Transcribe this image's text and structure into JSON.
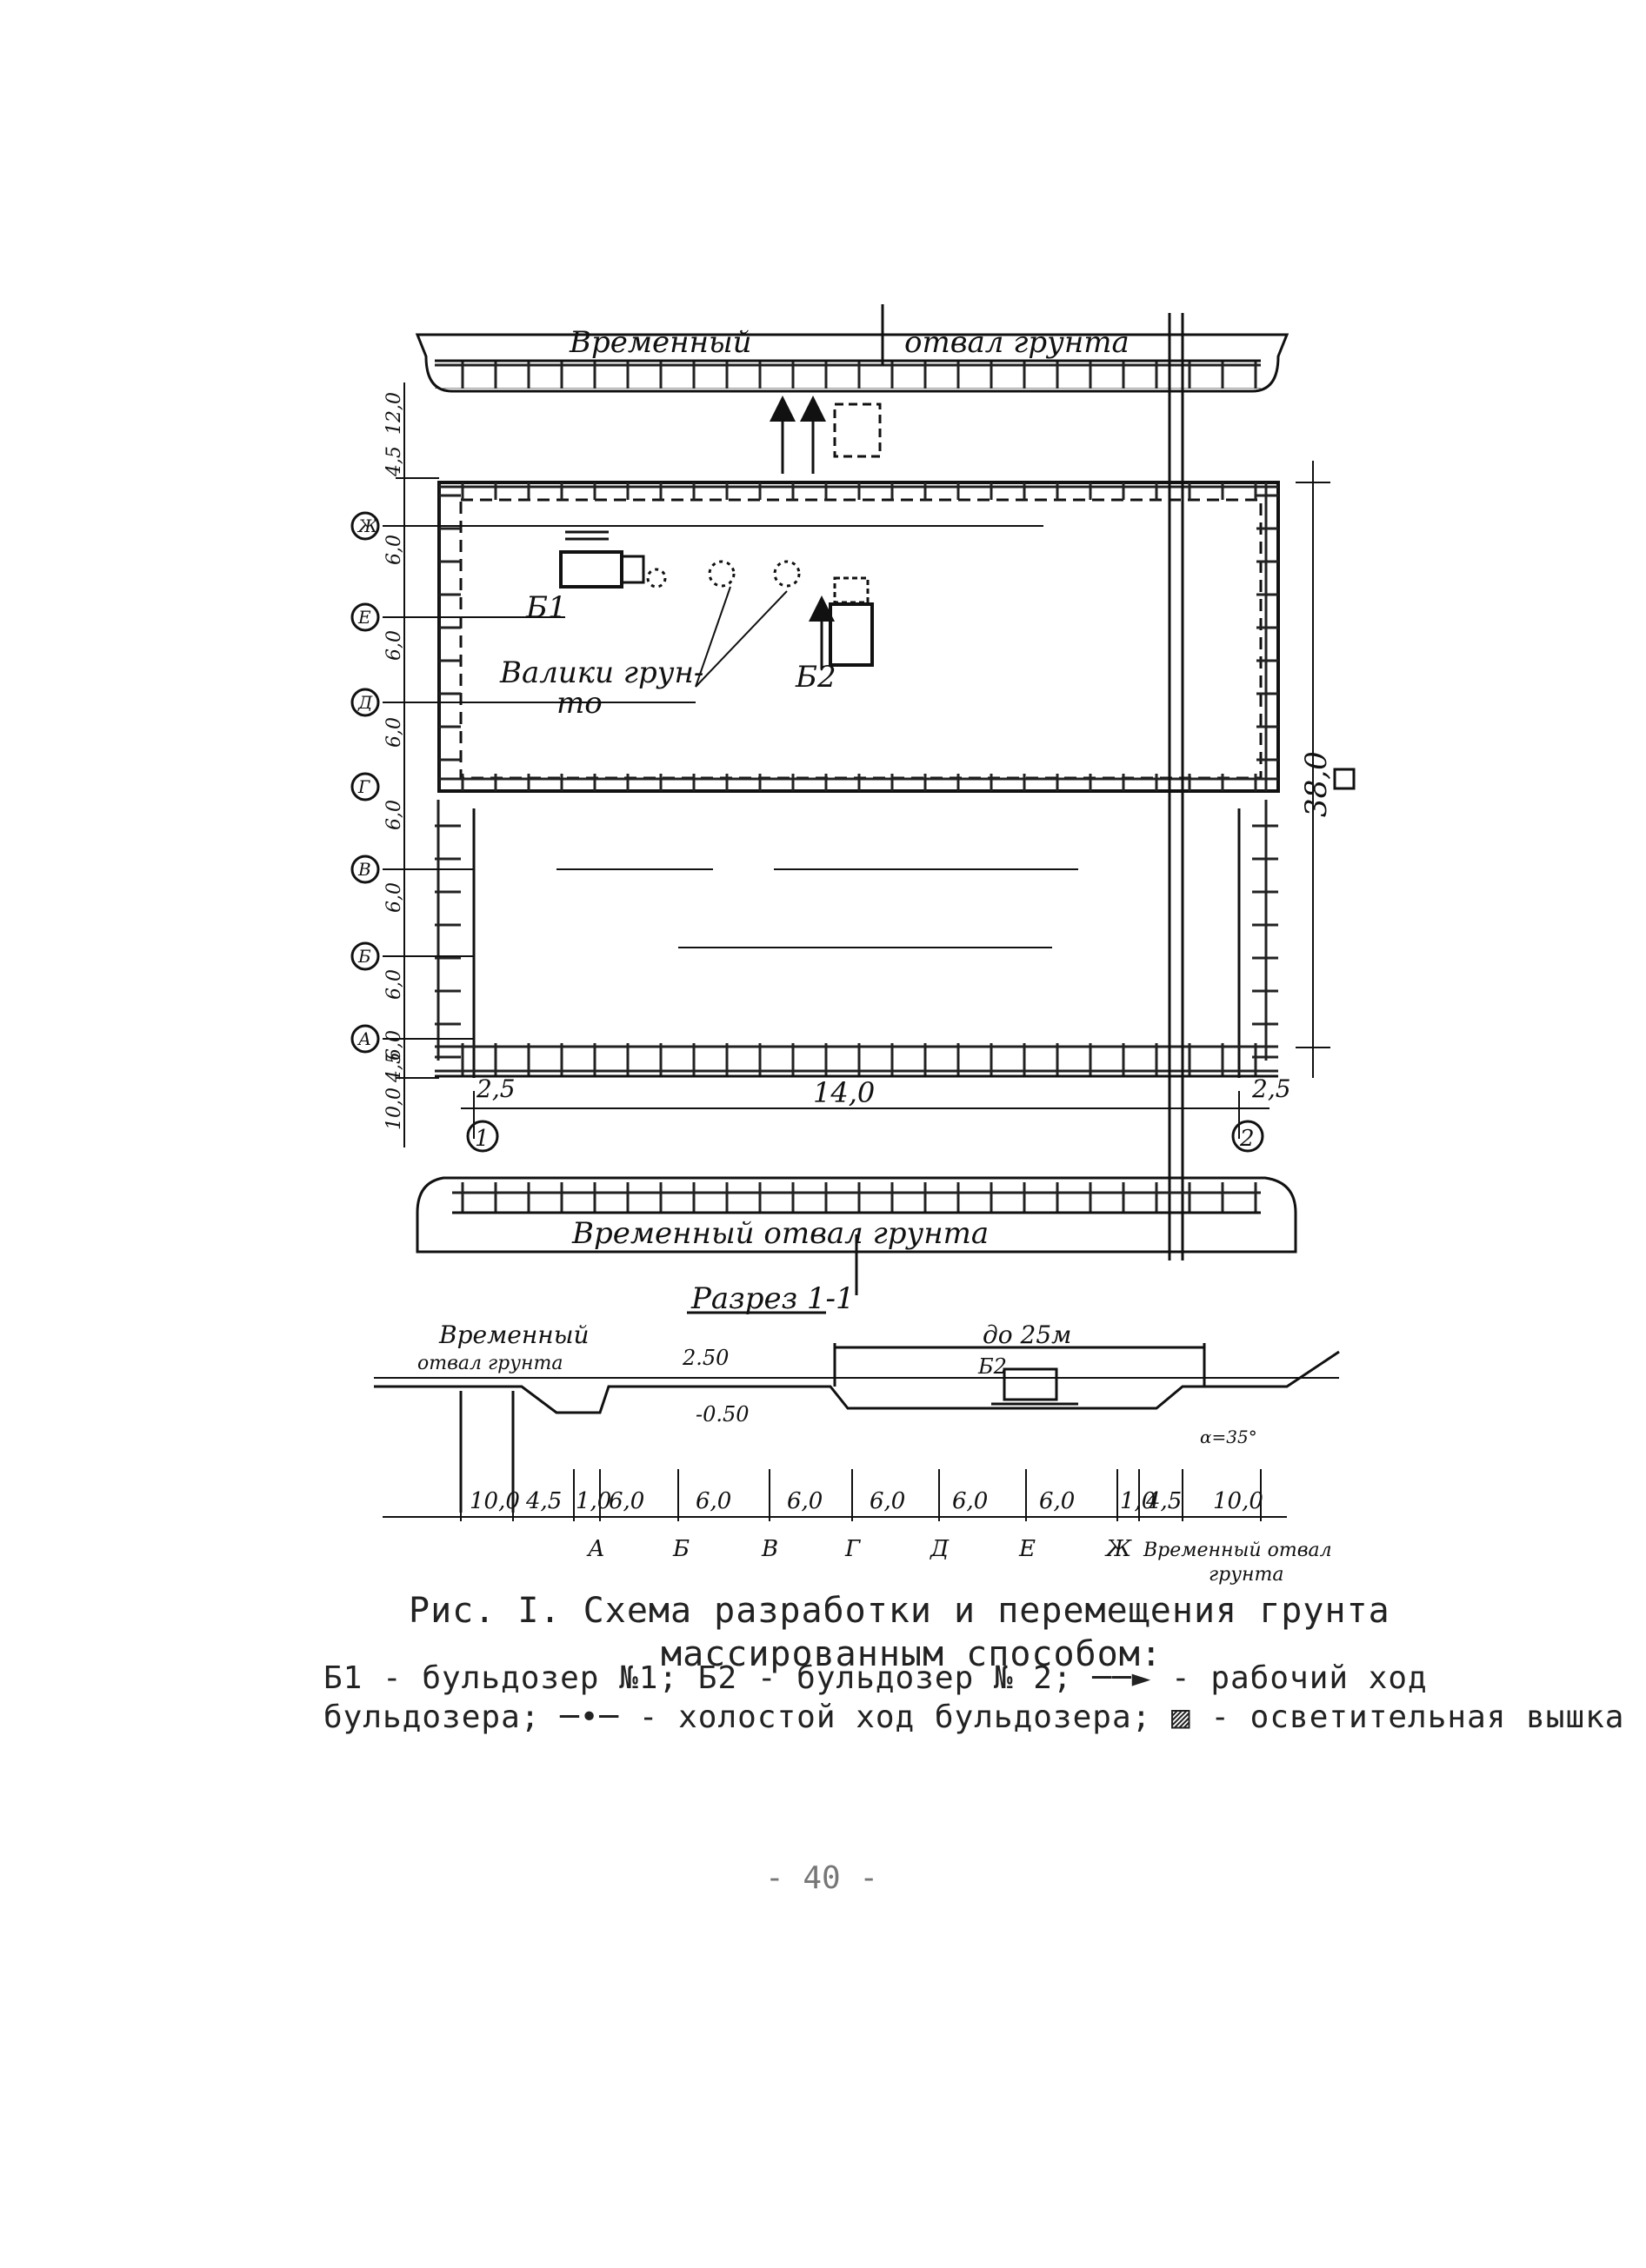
{
  "plan": {
    "top_spoil_label_left": "Временный",
    "top_spoil_label_right": "отвал грунта",
    "bottom_spoil_label": "Временный отвал грунта",
    "bulldozer1": "Б1",
    "bulldozer2": "Б2",
    "windrows_label_1": "Валики грун-",
    "windrows_label_2": "то",
    "dim_right": "38,0",
    "dim_left_bottom": "2,5",
    "dim_width": "14,0",
    "dim_right_bottom": "2,5",
    "axis_left": "1",
    "axis_right": "2",
    "left_dims": [
      "12,0",
      "4,5",
      "6,0",
      "6,0",
      "6,0",
      "6,0",
      "6,0",
      "6,0",
      "6,0",
      "4,5",
      "10,0"
    ],
    "axes_letters": [
      "Ж",
      "Е",
      "Д",
      "Г",
      "В",
      "Б",
      "А"
    ]
  },
  "section": {
    "title": "Разрез 1-1",
    "spoil_left_1": "Временный",
    "spoil_left_2": "отвал грунта",
    "width_label": "до 25м",
    "b2_label": "Б2",
    "elev_top": "2.50",
    "elev_bottom": "-0.50",
    "slope_label": "α=35°",
    "dims": [
      "10,0",
      "4,5",
      "1,0",
      "6,0",
      "6,0",
      "6,0",
      "6,0",
      "6,0",
      "6,0",
      "1,0",
      "4,5",
      "10,0"
    ],
    "axes": [
      "А",
      "Б",
      "В",
      "Г",
      "Д",
      "Е",
      "Ж"
    ],
    "spoil_right_1": "Временный отвал",
    "spoil_right_2": "грунта"
  },
  "caption": {
    "title_line1": "Рис. I. Схема разработки и перемещения грунта",
    "title_line2": "массированным способом:",
    "legend_line1": "Б1 - бульдозер №1; Б2 - бульдозер № 2;  ──► - рабочий ход",
    "legend_line2": "бульдозера;  ─•─ - холостой ход бульдозера;  ▨ - осветительная вышка",
    "legend_line3": "тельная вышка"
  },
  "page_number": "- 40 -"
}
